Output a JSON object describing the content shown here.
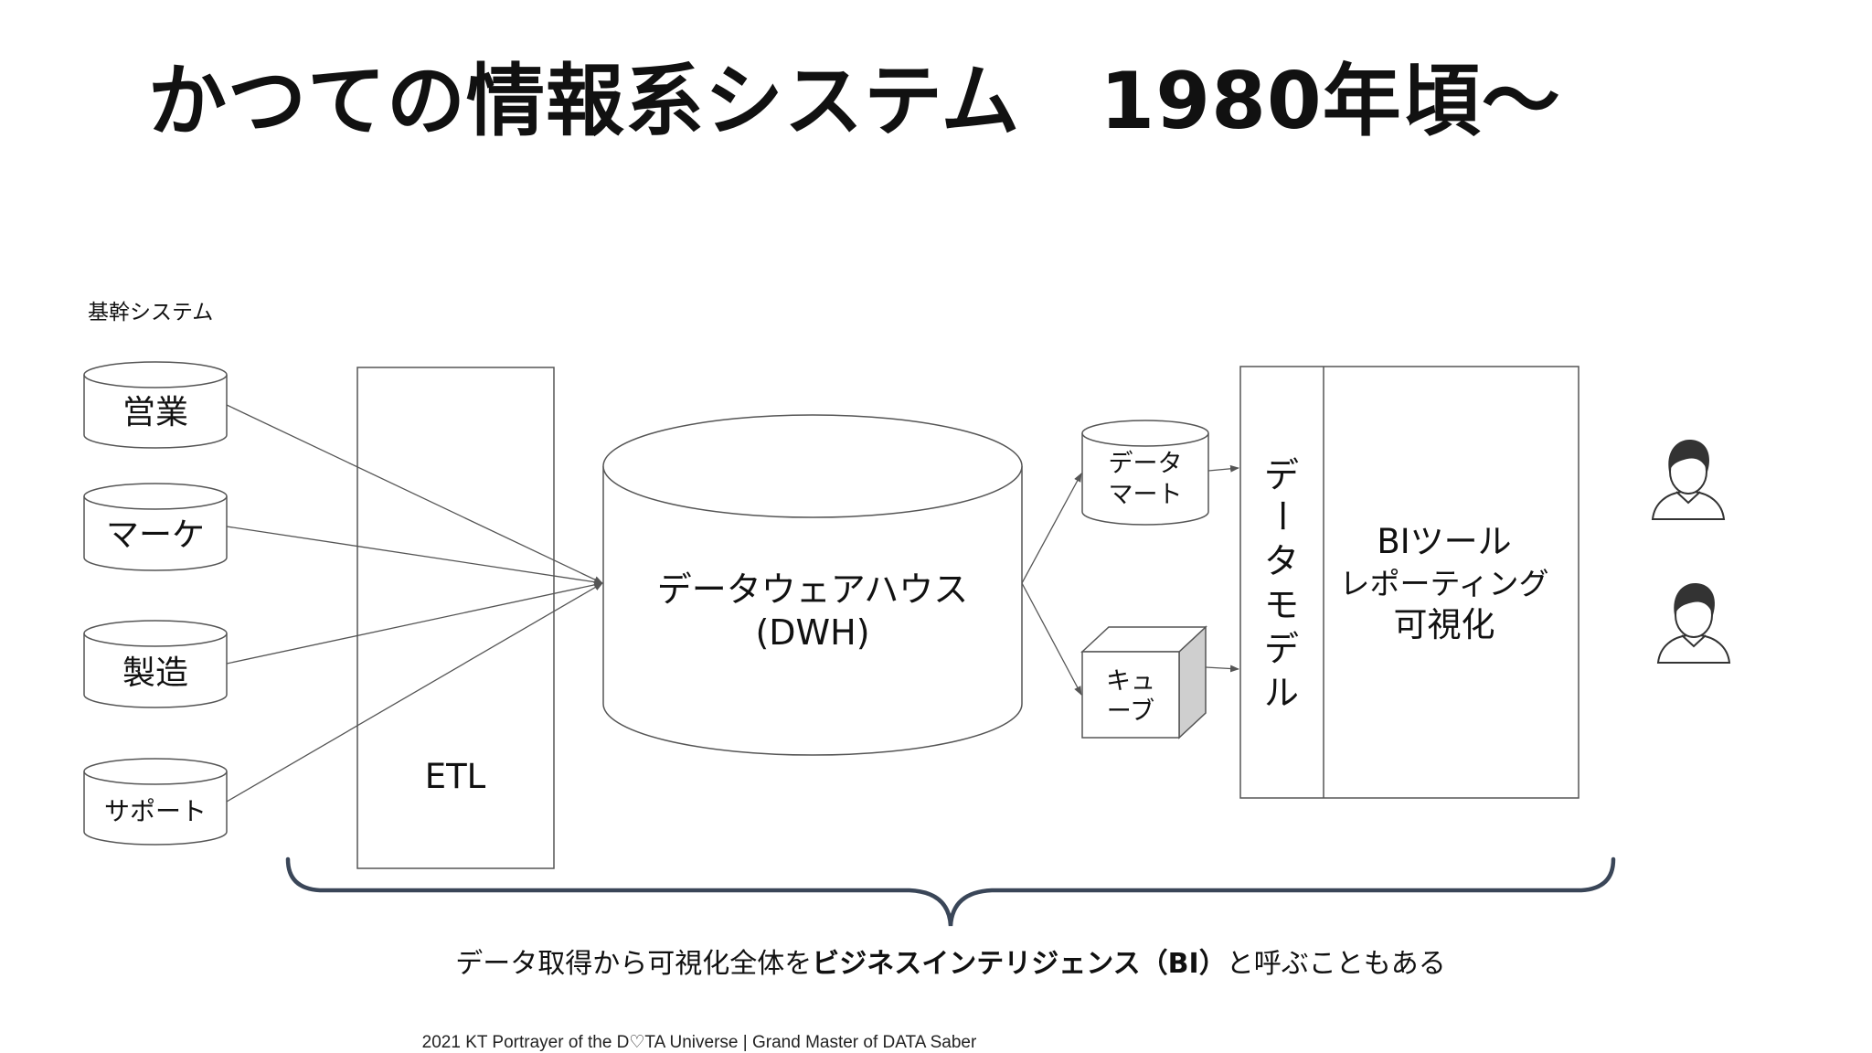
{
  "title": "かつての情報系システム　1980年頃～",
  "core_systems": {
    "heading": "基幹システム",
    "items": [
      "営業",
      "マーケ",
      "製造",
      "サポート"
    ]
  },
  "etl": {
    "label": "ETL"
  },
  "dwh": {
    "line1": "データウェアハウス",
    "line2": "(DWH)"
  },
  "datamart": {
    "line1": "データ",
    "line2": "マート"
  },
  "cube": {
    "line1": "キュ",
    "line2": "ーブ"
  },
  "datamodel": {
    "chars": [
      "デ",
      "ー",
      "タ",
      "モ",
      "デ",
      "ル"
    ]
  },
  "bi_tool": {
    "line1": "BIツール",
    "line2": "レポーティング",
    "line3": "可視化"
  },
  "caption": {
    "prefix": "データ取得から可視化全体を",
    "bold": "ビジネスインテリジェンス（BI）",
    "suffix": "と呼ぶこともある"
  },
  "footer": "2021 KT  Portrayer of the D♡TA Universe | Grand Master of DATA Saber",
  "colors": {
    "stroke": "#555555",
    "bracket": "#3a4658",
    "cube_side": "#cfcfcf"
  },
  "icons": [
    "user-icon",
    "user-icon"
  ]
}
